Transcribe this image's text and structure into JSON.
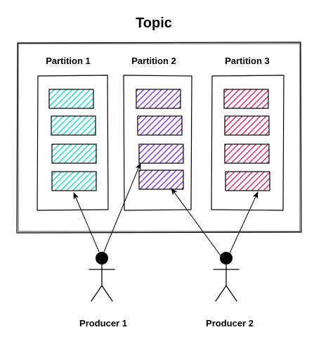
{
  "topic": {
    "title": "Topic"
  },
  "partitions": [
    {
      "label": "Partition 1",
      "color": "#2ed3c6",
      "records": 4
    },
    {
      "label": "Partition 2",
      "color": "#8a3fd6",
      "records": 4
    },
    {
      "label": "Partition 3",
      "color": "#d6336c",
      "records": 4
    }
  ],
  "producers": [
    {
      "label": "Producer 1"
    },
    {
      "label": "Producer 2"
    }
  ],
  "icons": {
    "producer": "stick-figure-icon"
  }
}
